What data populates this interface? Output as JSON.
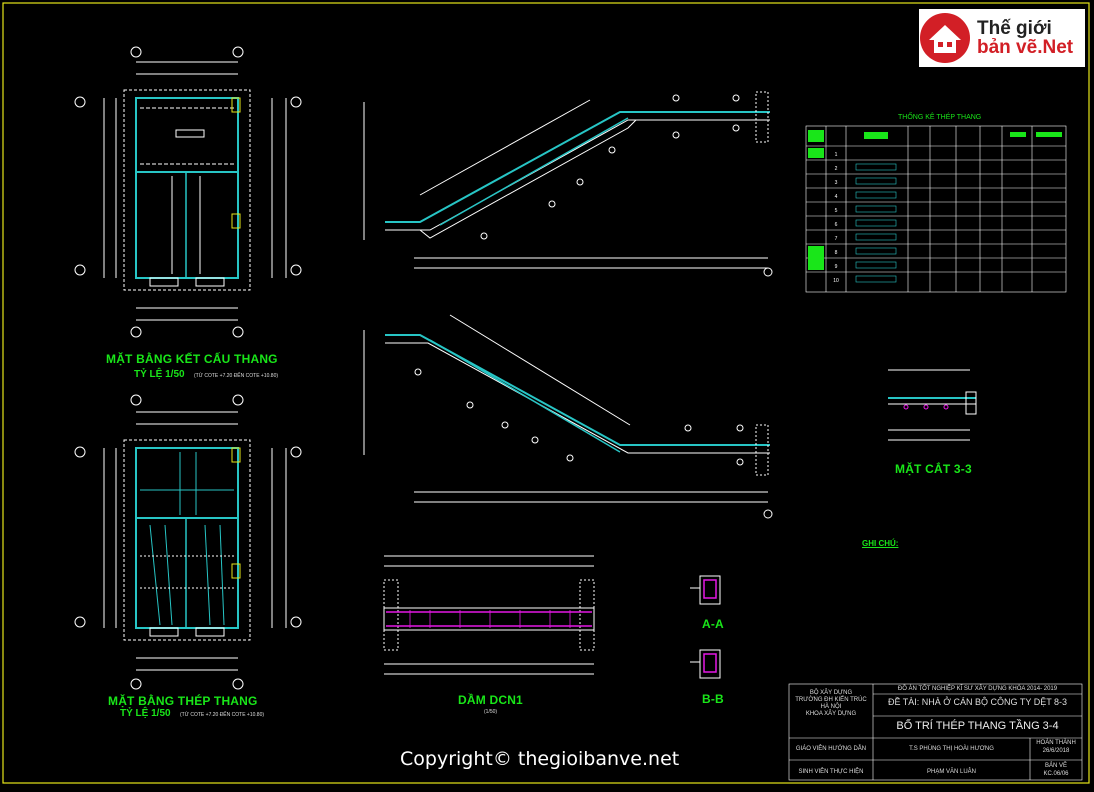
{
  "logo": {
    "line1": "Thế giới",
    "line2": "bản vẽ.Net",
    "brand_color": "#d21f26"
  },
  "views": {
    "plan_structure": {
      "title": "MẶT BẰNG KẾT CẤU THANG",
      "scale": "TỶ LỆ 1/50",
      "note": "(TỪ COTE +7.20 ĐẾN COTE +10.80)"
    },
    "plan_rebar": {
      "title": "MẶT BẰNG THÉP THANG",
      "scale": "TỶ LỆ 1/50",
      "note": "(TỪ COTE +7.20 ĐẾN COTE +10.80)"
    },
    "section_33": {
      "title": "MẶT CẮT 3-3"
    },
    "beam": {
      "title": "DẦM DCN1",
      "scale": "(1/50)"
    },
    "section_aa": {
      "title": "A-A"
    },
    "section_bb": {
      "title": "B-B"
    }
  },
  "notes_title": "GHI CHÚ:",
  "rebar_table": {
    "title": "THỐNG KÊ THÉP THANG",
    "rows": [
      "1",
      "2",
      "3",
      "4",
      "5",
      "6",
      "7",
      "8",
      "9",
      "10"
    ]
  },
  "title_block": {
    "project": "ĐỒ ÁN TỐT NGHIỆP KĨ SƯ XÂY DỰNG KHÓA 2014- 2019",
    "topic": "ĐỀ TÀI: NHÀ Ở CÁN BỘ CÔNG TY DỆT 8-3",
    "drawing_title": "BỐ TRÍ THÉP THANG TẦNG 3-4",
    "ministry": "BỘ XÂY DỰNG",
    "university": "TRƯỜNG ĐH KIẾN TRÚC",
    "city": "HÀ NỘI",
    "faculty": "KHOA XÂY DỰNG",
    "advisor_label": "GIÁO VIÊN HƯỚNG DẪN",
    "advisor_name": "T.S PHÙNG THỊ HOÀI HƯƠNG",
    "student_label": "SINH VIÊN THỰC HIỆN",
    "student_name": "PHẠM VĂN LUÂN",
    "completed_label": "HOÀN THÀNH",
    "completed_date": "26/6/2018",
    "sheet_label": "BẢN VẼ",
    "sheet_no": "KC.06/06"
  },
  "copyright": "Copyright© thegioibanve.net",
  "colors": {
    "cyan": "#27c5c5",
    "green": "#19e619",
    "yellow": "#e6e619",
    "magenta": "#e619e6",
    "frame": "#e6e619"
  }
}
